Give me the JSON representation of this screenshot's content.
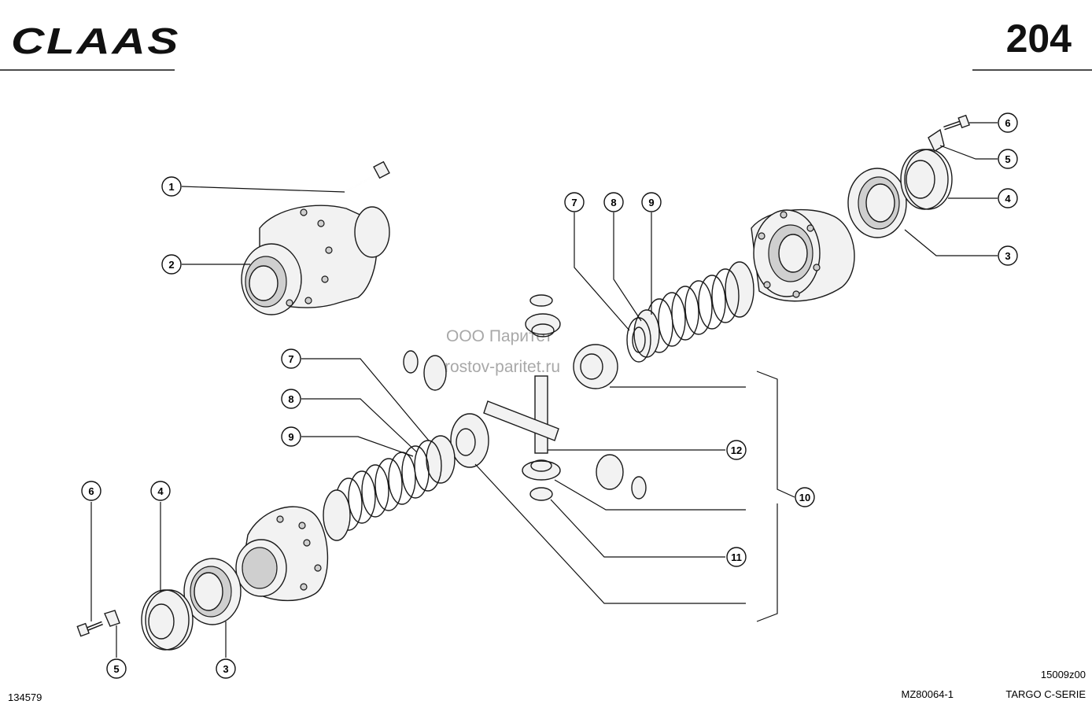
{
  "header": {
    "brand": "CLAAS",
    "page_number": "204"
  },
  "watermark": {
    "line1": "ООО Паритет",
    "line2": "rostov-paritet.ru"
  },
  "callouts": [
    "1",
    "2",
    "3",
    "4",
    "5",
    "6",
    "7",
    "8",
    "9",
    "10",
    "11",
    "12"
  ],
  "footer": {
    "left_code": "134579",
    "drawing_code": "15009z00",
    "model_code": "MZ80064-1",
    "series": "TARGO C-SERIE"
  }
}
